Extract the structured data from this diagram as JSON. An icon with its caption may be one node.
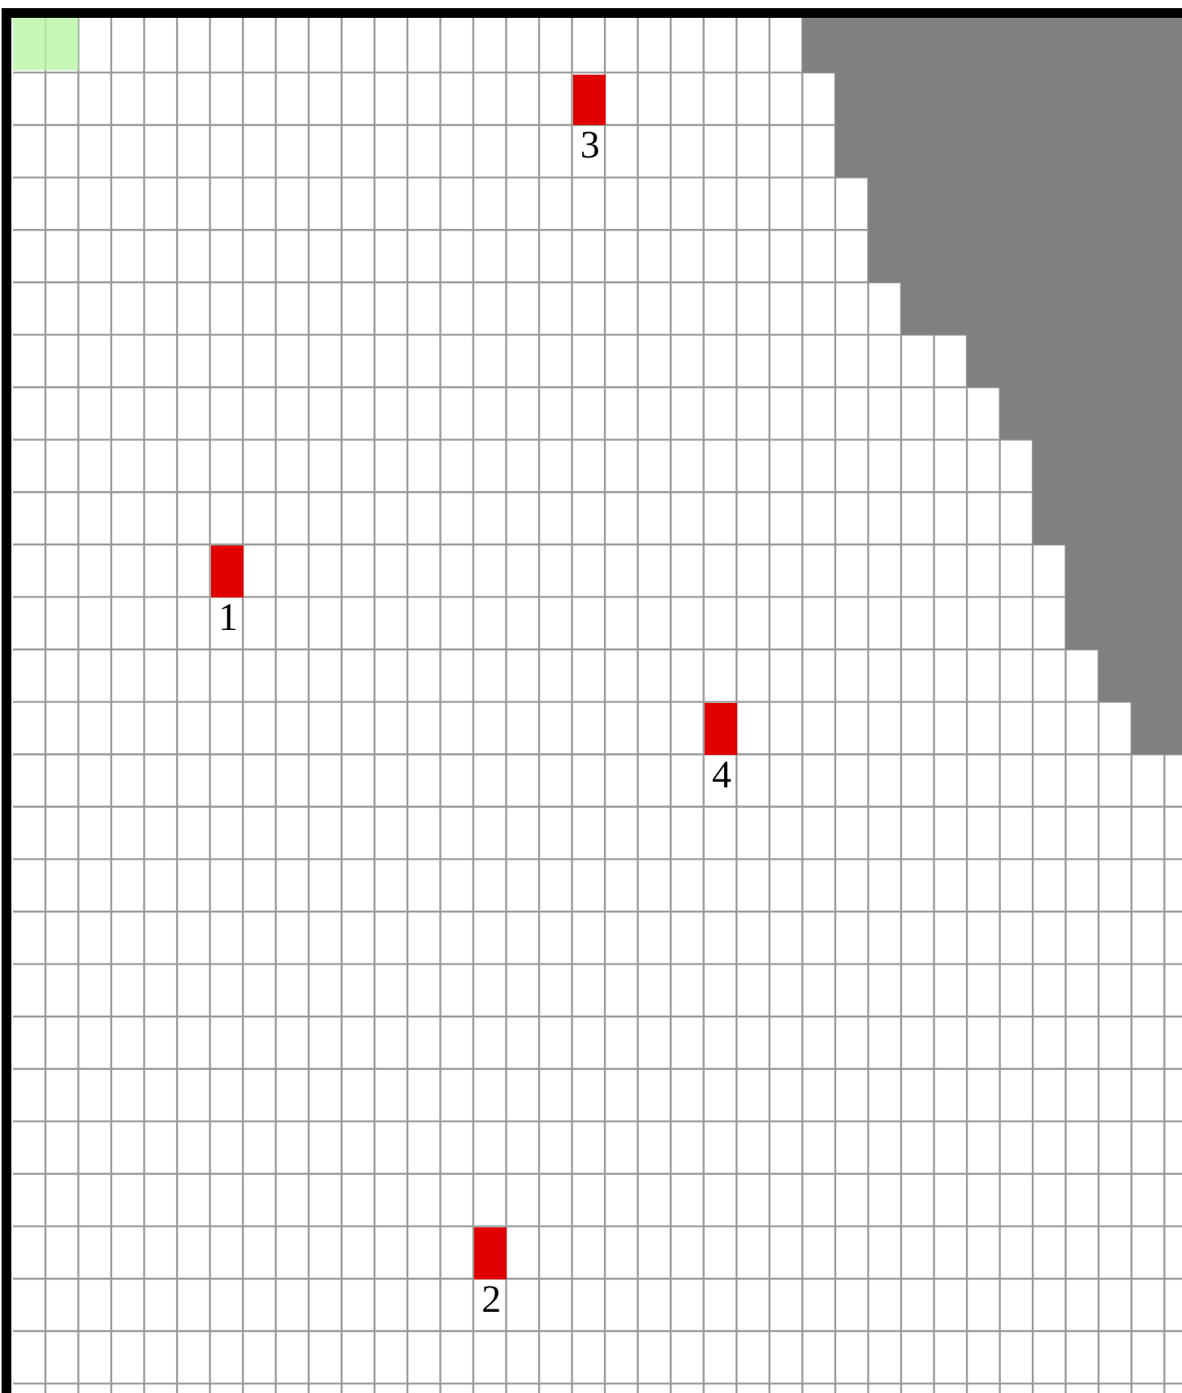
{
  "diagram": {
    "nodes": [
      {
        "text": [],
        "shape": "box",
        "beside": [
          "3"
        ]
      },
      {
        "text": [],
        "shape": "box",
        "beside": [
          "1"
        ]
      },
      {
        "text": [],
        "shape": "box",
        "beside": [
          "4"
        ]
      },
      {
        "text": [],
        "shape": "box",
        "beside": [
          "2"
        ]
      }
    ]
  }
}
